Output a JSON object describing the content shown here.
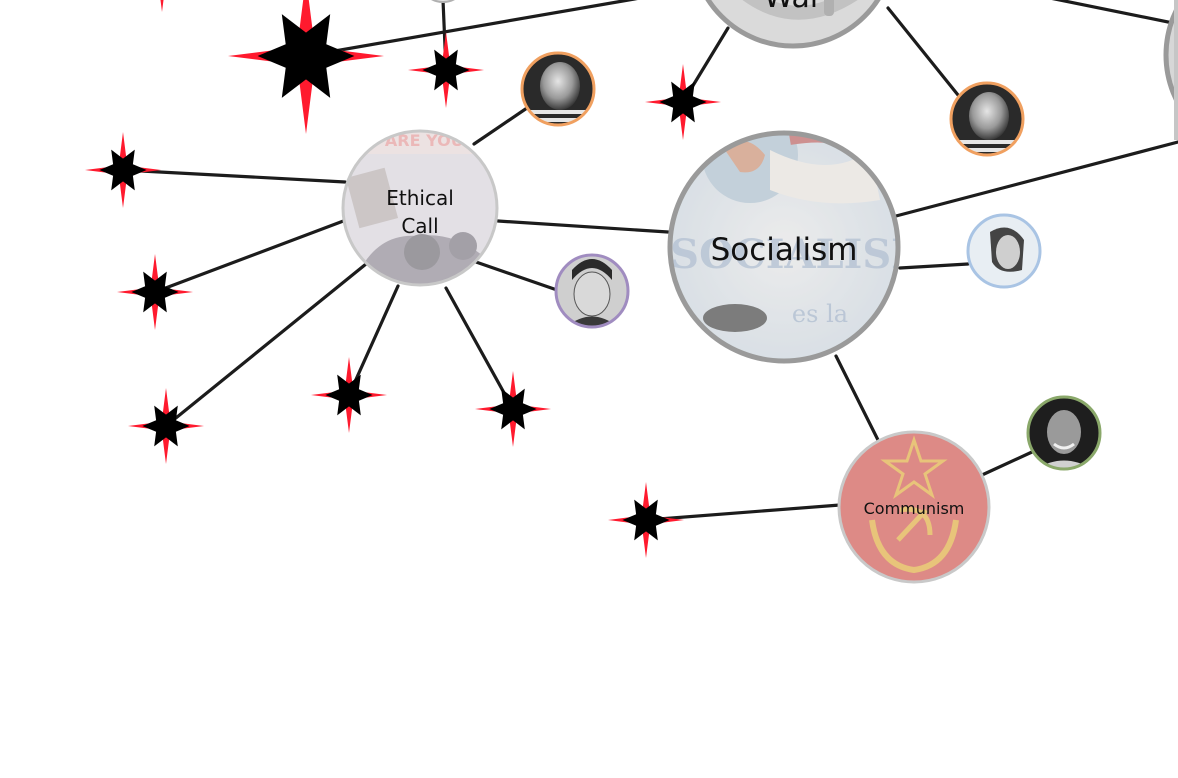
{
  "colors": {
    "edge": "#1c1c1c",
    "star_outer": "#ff1a2e",
    "star_inner": "#000000",
    "topic_ring": "#9a9a9a",
    "topic_fill": "#dcdcdc",
    "person_ring_orange": "#f0a060",
    "person_ring_purple": "#a08cc0",
    "person_ring_blue": "#a9c4e4",
    "person_ring_green": "#8aa86a",
    "communism_fill": "#dd8a86"
  },
  "topics": {
    "war": {
      "label": "War"
    },
    "ethical_call": {
      "label_line1": "Ethical",
      "label_line2": "Call",
      "poster_text": "HAT ARE YOU DO"
    },
    "socialism": {
      "label": "Socialism",
      "poster_text": "EL SOCIALISMO",
      "poster_text_2": "es la"
    },
    "communism": {
      "label": "Communism"
    }
  },
  "people": [
    {
      "icon": "person-portrait-icon",
      "ring": "orange"
    },
    {
      "icon": "person-portrait-icon",
      "ring": "orange"
    },
    {
      "icon": "person-portrait-icon",
      "ring": "purple"
    },
    {
      "icon": "person-portrait-icon",
      "ring": "blue"
    },
    {
      "icon": "person-portrait-icon",
      "ring": "green"
    }
  ],
  "star_icon": "compass-star-icon"
}
